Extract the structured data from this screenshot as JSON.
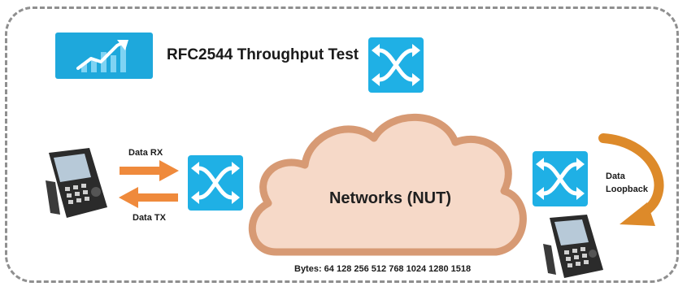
{
  "title": "RFC2544 Throughput Test",
  "cloud_label": "Networks  (NUT)",
  "labels": {
    "data_rx": "Data RX",
    "data_tx": "Data TX",
    "loopback_line1": "Data",
    "loopback_line2": "Loopback"
  },
  "bytes_text": "Bytes: 64 128 256 512 768 1024 1280 1518",
  "colors": {
    "switch_blue": "#1fb0e5",
    "arrow_orange": "#ef8a3c",
    "cloud_fill": "#f6d9c8",
    "cloud_border": "#d79a74",
    "frame_dash": "#8f8f8f"
  },
  "icons": [
    "chart-icon",
    "network-switch-icon",
    "tester-device-icon"
  ]
}
